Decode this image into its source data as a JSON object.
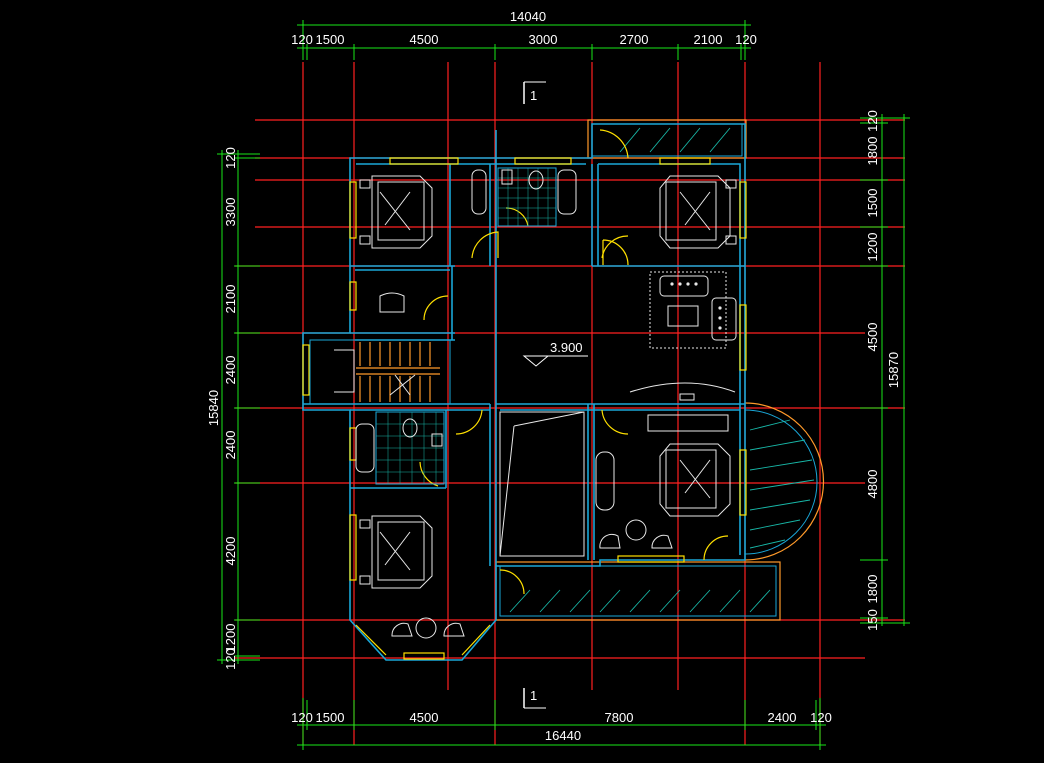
{
  "dimensions": {
    "top_total": "14040",
    "top": [
      "120",
      "1500",
      "4500",
      "3000",
      "2700",
      "2100",
      "120"
    ],
    "bottom": [
      "120",
      "1500",
      "4500",
      "7800",
      "2400",
      "120"
    ],
    "bottom_total": "16440",
    "left": [
      "120",
      "3300",
      "2100",
      "2400",
      "2400",
      "4200",
      "1200",
      "120"
    ],
    "left_total": "15840",
    "right": [
      "120",
      "1800",
      "1500",
      "1200",
      "4500",
      "4800",
      "1800",
      "150"
    ],
    "right_total": "15870"
  },
  "section_marks": {
    "top": "1",
    "bottom": "1"
  },
  "elevation": "3.900",
  "colors": {
    "background": "#000000",
    "dimension": "#19e619",
    "axis": "#ff2020",
    "wall": "#1aa7d8",
    "furniture": "#e8e8e8",
    "window": "#ffe000",
    "hatch": "#18b8a8",
    "balcony": "#ff9a2a",
    "text": "#ffffff"
  }
}
